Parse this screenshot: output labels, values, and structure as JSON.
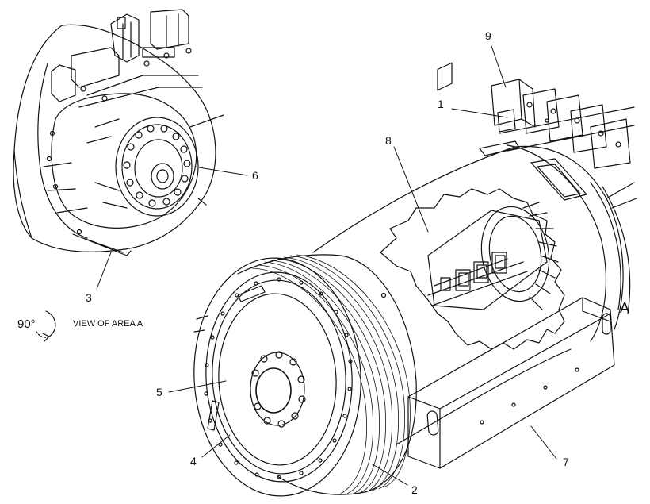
{
  "callouts": {
    "c1": "1",
    "c2": "2",
    "c3": "3",
    "c4": "4",
    "c5": "5",
    "c6": "6",
    "c7": "7",
    "c8": "8",
    "c9": "9"
  },
  "area_marker": "A",
  "inset": {
    "rotation": "90°",
    "caption": "VIEW OF AREA  A",
    "icon": "rotate-arrow-icon"
  },
  "colors": {
    "line": "#111111",
    "background": "#ffffff"
  }
}
